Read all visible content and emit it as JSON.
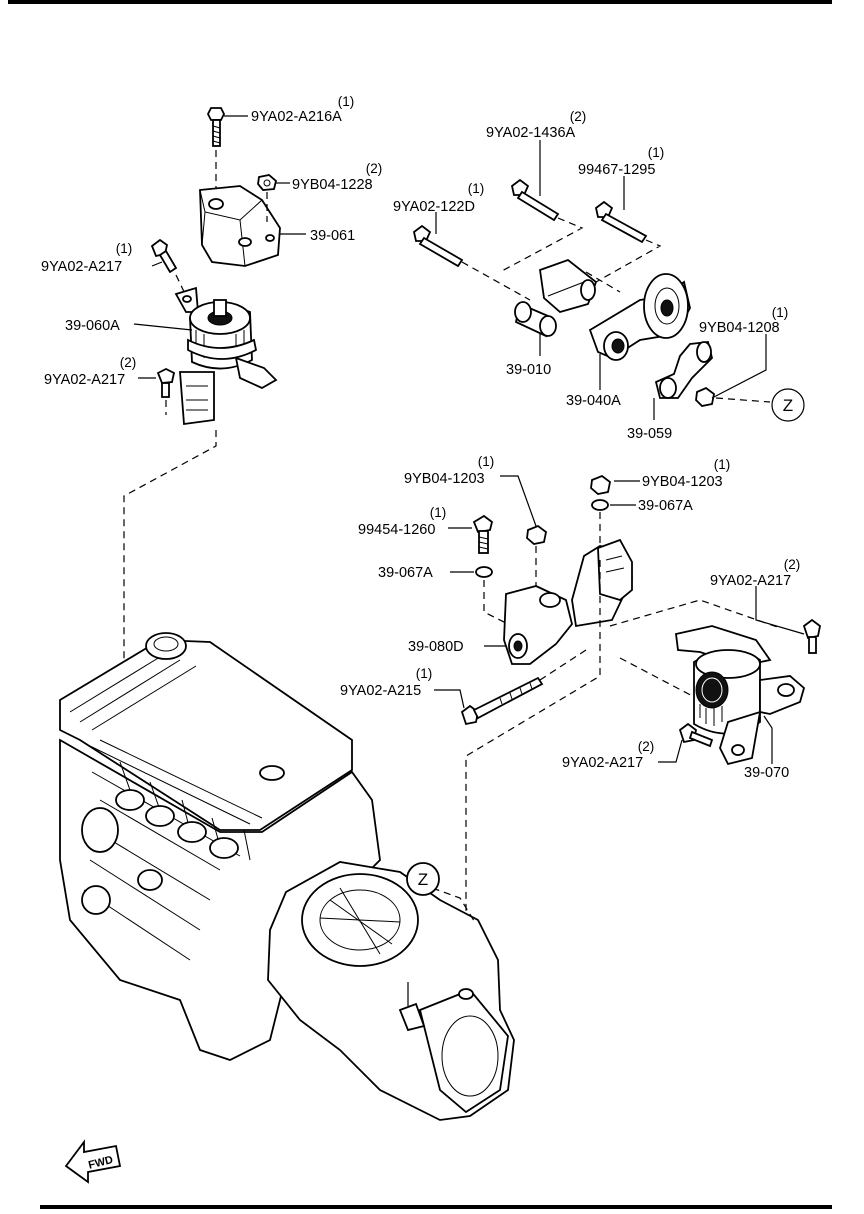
{
  "parts": {
    "a216a": {
      "code": "9YA02-A216A",
      "qty": "(1)"
    },
    "b1228": {
      "code": "9YB04-1228",
      "qty": "(2)"
    },
    "p39061": {
      "code": "39-061"
    },
    "a217_top": {
      "code": "9YA02-A217",
      "qty": "(1)"
    },
    "p39060a": {
      "code": "39-060A"
    },
    "a217_left": {
      "code": "9YA02-A217",
      "qty": "(2)"
    },
    "b1436a": {
      "code": "9YA02-1436A",
      "qty": "(2)"
    },
    "b99467": {
      "code": "99467-1295",
      "qty": "(1)"
    },
    "b122d": {
      "code": "9YA02-122D",
      "qty": "(1)"
    },
    "p39010": {
      "code": "39-010"
    },
    "p39040a": {
      "code": "39-040A"
    },
    "b1208": {
      "code": "9YB04-1208",
      "qty": "(1)"
    },
    "p39059": {
      "code": "39-059"
    },
    "b1203_left": {
      "code": "9YB04-1203",
      "qty": "(1)"
    },
    "b1203_right": {
      "code": "9YB04-1203",
      "qty": "(1)"
    },
    "p39067a_right": {
      "code": "39-067A"
    },
    "b99454": {
      "code": "99454-1260",
      "qty": "(1)"
    },
    "p39067a_left": {
      "code": "39-067A"
    },
    "p39080d": {
      "code": "39-080D"
    },
    "a217_right": {
      "code": "9YA02-A217",
      "qty": "(2)"
    },
    "a215": {
      "code": "9YA02-A215",
      "qty": "(1)"
    },
    "a217_bottom": {
      "code": "9YA02-A217",
      "qty": "(2)"
    },
    "p39070": {
      "code": "39-070"
    }
  },
  "callouts": {
    "z_top": "Z",
    "z_bottom": "Z"
  },
  "direction": {
    "fwd": "FWD"
  }
}
